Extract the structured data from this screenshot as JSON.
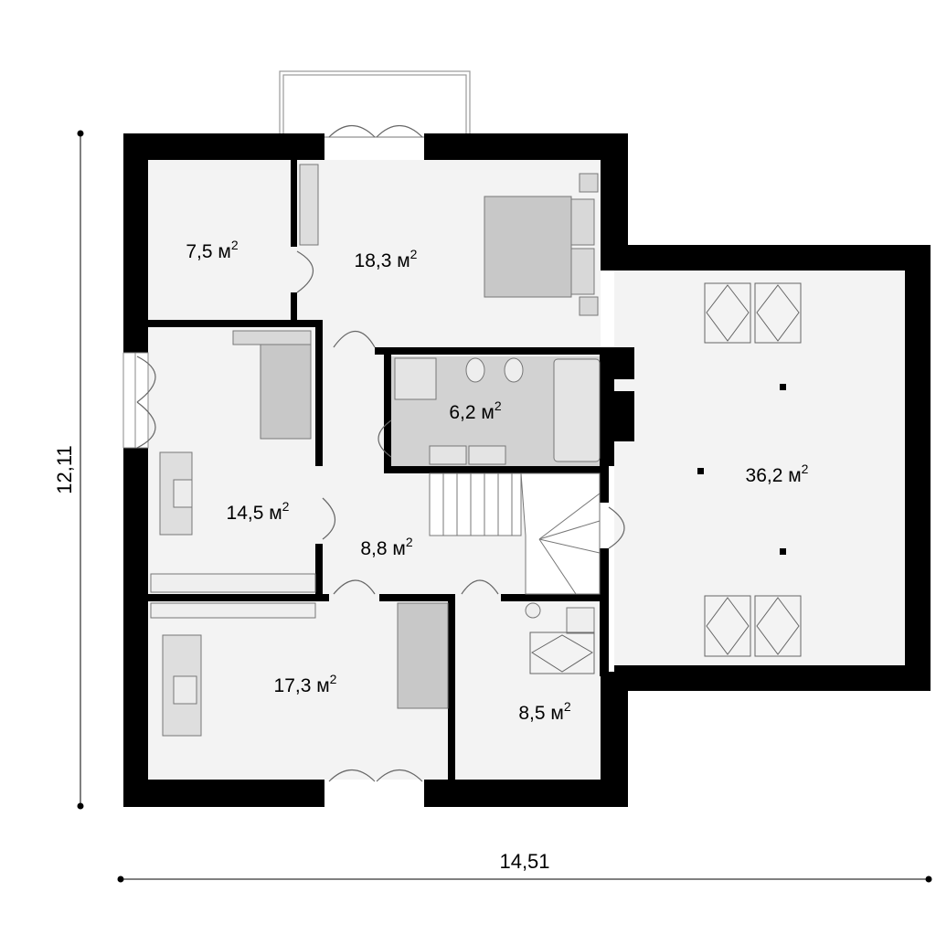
{
  "dimensions": {
    "width_label": "14,51",
    "height_label": "12,11"
  },
  "rooms": [
    {
      "id": "room-small-top-left",
      "area": "7,5",
      "unit": "м",
      "exp": "2"
    },
    {
      "id": "room-bedroom-main",
      "area": "18,3",
      "unit": "м",
      "exp": "2"
    },
    {
      "id": "room-bathroom",
      "area": "6,2",
      "unit": "м",
      "exp": "2"
    },
    {
      "id": "room-attic",
      "area": "36,2",
      "unit": "м",
      "exp": "2"
    },
    {
      "id": "room-bedroom-left",
      "area": "14,5",
      "unit": "м",
      "exp": "2"
    },
    {
      "id": "room-hall",
      "area": "8,8",
      "unit": "м",
      "exp": "2"
    },
    {
      "id": "room-bedroom-bottom",
      "area": "17,3",
      "unit": "м",
      "exp": "2"
    },
    {
      "id": "room-small-bottom",
      "area": "8,5",
      "unit": "м",
      "exp": "2"
    }
  ],
  "colors": {
    "wall": "#000000",
    "floor": "#f3f3f3",
    "furniture": "#c8c8c8",
    "bathroom_floor": "#d2d2d2"
  }
}
